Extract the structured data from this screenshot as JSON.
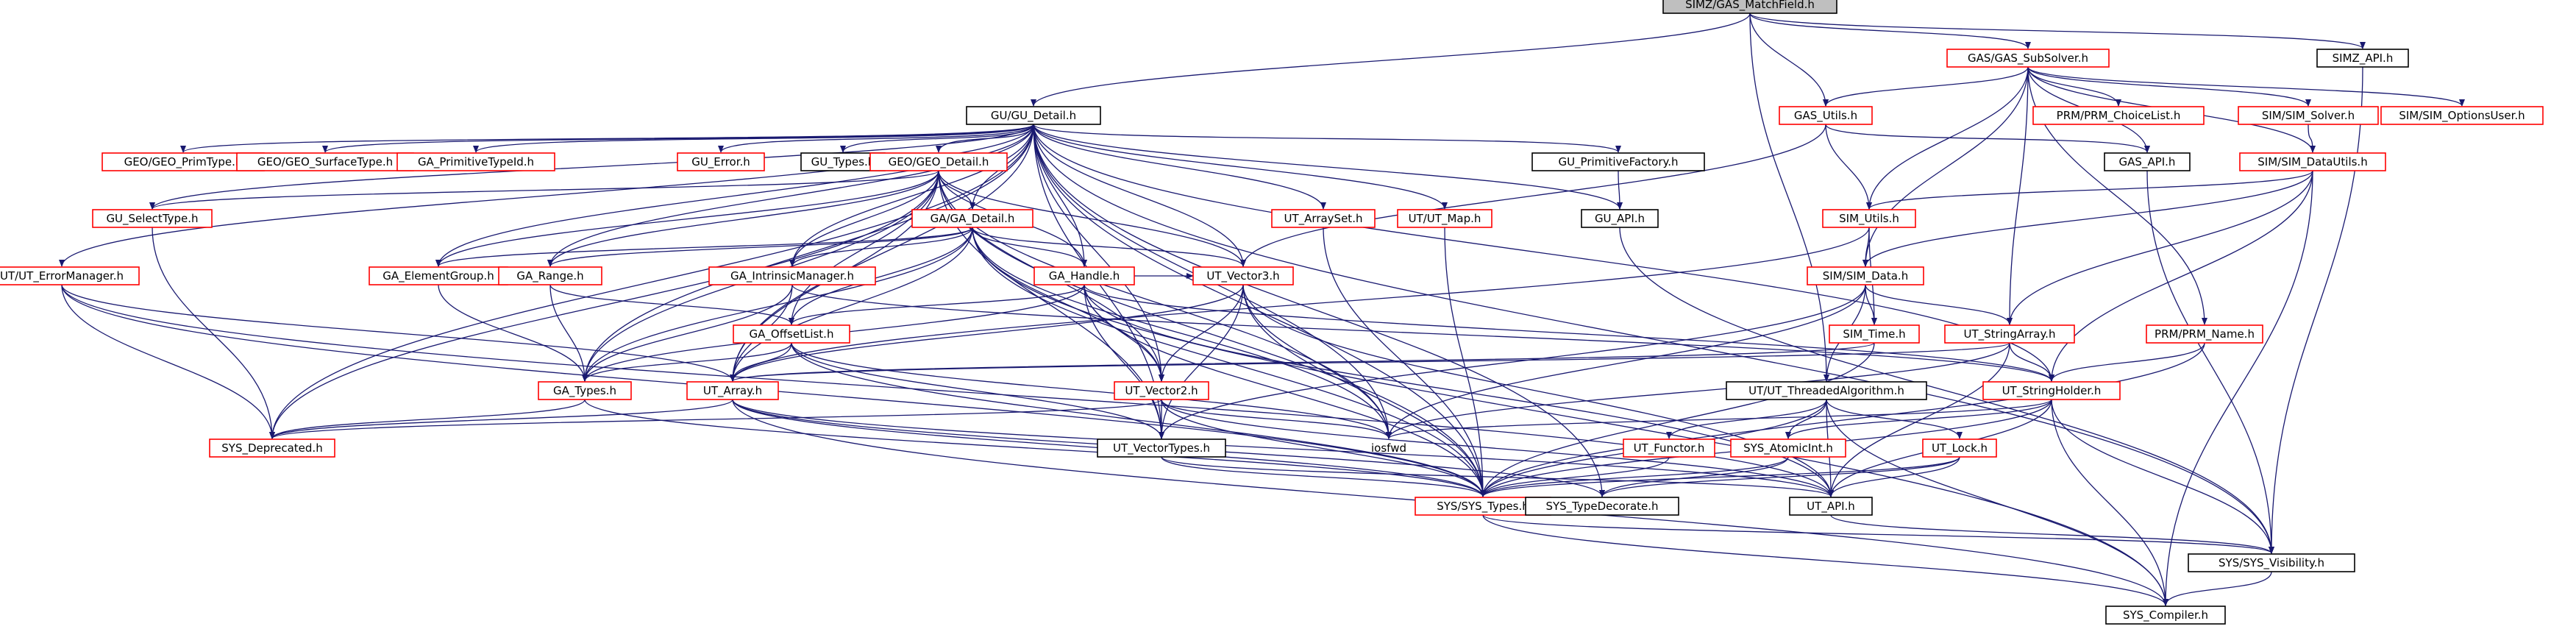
{
  "graph": {
    "colors": {
      "edge": "#191970",
      "root_fill": "#bfbfbf",
      "root_border": "#000000",
      "documented_border": "#000000",
      "undocumented_border": "#ff0000",
      "fill": "#ffffff"
    },
    "nodes": [
      {
        "id": "root",
        "label": "SIMZ/GAS_MatchField.h",
        "kind": "root"
      },
      {
        "id": "gu_detail",
        "label": "GU/GU_Detail.h",
        "kind": "normal"
      },
      {
        "id": "gas_subsolver",
        "label": "GAS/GAS_SubSolver.h",
        "kind": "red"
      },
      {
        "id": "simz_api",
        "label": "SIMZ_API.h",
        "kind": "normal"
      },
      {
        "id": "gas_utils",
        "label": "GAS_Utils.h",
        "kind": "red"
      },
      {
        "id": "prm_choicelist",
        "label": "PRM/PRM_ChoiceList.h",
        "kind": "red"
      },
      {
        "id": "sim_solver",
        "label": "SIM/SIM_Solver.h",
        "kind": "red"
      },
      {
        "id": "sim_optionsuser",
        "label": "SIM/SIM_OptionsUser.h",
        "kind": "red"
      },
      {
        "id": "geo_primtype",
        "label": "GEO/GEO_PrimType.h",
        "kind": "red"
      },
      {
        "id": "geo_surfacetype",
        "label": "GEO/GEO_SurfaceType.h",
        "kind": "red"
      },
      {
        "id": "ga_primtypeid",
        "label": "GA_PrimitiveTypeId.h",
        "kind": "red"
      },
      {
        "id": "gu_error",
        "label": "GU_Error.h",
        "kind": "red"
      },
      {
        "id": "gu_types",
        "label": "GU_Types.h",
        "kind": "normal"
      },
      {
        "id": "geo_detail",
        "label": "GEO/GEO_Detail.h",
        "kind": "red"
      },
      {
        "id": "gu_primfactory",
        "label": "GU_PrimitiveFactory.h",
        "kind": "normal"
      },
      {
        "id": "gas_api",
        "label": "GAS_API.h",
        "kind": "normal"
      },
      {
        "id": "sim_datautils",
        "label": "SIM/SIM_DataUtils.h",
        "kind": "red"
      },
      {
        "id": "gu_selecttype",
        "label": "GU_SelectType.h",
        "kind": "red"
      },
      {
        "id": "ga_detail",
        "label": "GA/GA_Detail.h",
        "kind": "red"
      },
      {
        "id": "ut_arrayset",
        "label": "UT_ArraySet.h",
        "kind": "red"
      },
      {
        "id": "ut_map",
        "label": "UT/UT_Map.h",
        "kind": "red"
      },
      {
        "id": "gu_api",
        "label": "GU_API.h",
        "kind": "normal"
      },
      {
        "id": "sim_utils",
        "label": "SIM_Utils.h",
        "kind": "red"
      },
      {
        "id": "ut_errormanager",
        "label": "UT/UT_ErrorManager.h",
        "kind": "red"
      },
      {
        "id": "ga_elementgroup",
        "label": "GA_ElementGroup.h",
        "kind": "red"
      },
      {
        "id": "ga_range",
        "label": "GA_Range.h",
        "kind": "red"
      },
      {
        "id": "ga_intrinsicmanager",
        "label": "GA_IntrinsicManager.h",
        "kind": "red"
      },
      {
        "id": "ga_handle",
        "label": "GA_Handle.h",
        "kind": "red"
      },
      {
        "id": "ut_vector3",
        "label": "UT_Vector3.h",
        "kind": "red"
      },
      {
        "id": "sim_data",
        "label": "SIM/SIM_Data.h",
        "kind": "red"
      },
      {
        "id": "sim_time",
        "label": "SIM_Time.h",
        "kind": "red"
      },
      {
        "id": "ut_stringarray",
        "label": "UT_StringArray.h",
        "kind": "red"
      },
      {
        "id": "prm_name",
        "label": "PRM/PRM_Name.h",
        "kind": "red"
      },
      {
        "id": "ga_offsetlist",
        "label": "GA_OffsetList.h",
        "kind": "red"
      },
      {
        "id": "ga_types",
        "label": "GA_Types.h",
        "kind": "red"
      },
      {
        "id": "ut_array",
        "label": "UT_Array.h",
        "kind": "red"
      },
      {
        "id": "ut_vector2",
        "label": "UT_Vector2.h",
        "kind": "red"
      },
      {
        "id": "ut_threadedalgorithm",
        "label": "UT/UT_ThreadedAlgorithm.h",
        "kind": "normal"
      },
      {
        "id": "ut_stringholder",
        "label": "UT_StringHolder.h",
        "kind": "red"
      },
      {
        "id": "sys_deprecated",
        "label": "SYS_Deprecated.h",
        "kind": "red"
      },
      {
        "id": "iosfwd",
        "label": "iosfwd",
        "kind": "plain"
      },
      {
        "id": "ut_functor",
        "label": "UT_Functor.h",
        "kind": "red"
      },
      {
        "id": "sys_atomicint",
        "label": "SYS_AtomicInt.h",
        "kind": "red"
      },
      {
        "id": "ut_lock",
        "label": "UT_Lock.h",
        "kind": "red"
      },
      {
        "id": "ut_vectortypes",
        "label": "UT_VectorTypes.h",
        "kind": "normal"
      },
      {
        "id": "sys_types",
        "label": "SYS/SYS_Types.h",
        "kind": "red"
      },
      {
        "id": "sys_typedecorate",
        "label": "SYS_TypeDecorate.h",
        "kind": "normal"
      },
      {
        "id": "ut_api",
        "label": "UT_API.h",
        "kind": "normal"
      },
      {
        "id": "sys_visibility",
        "label": "SYS/SYS_Visibility.h",
        "kind": "normal"
      },
      {
        "id": "sys_compiler",
        "label": "SYS_Compiler.h",
        "kind": "normal"
      }
    ],
    "edges": [
      [
        "root",
        "gu_detail"
      ],
      [
        "root",
        "gas_utils"
      ],
      [
        "root",
        "gas_subsolver"
      ],
      [
        "root",
        "simz_api"
      ],
      [
        "root",
        "ut_threadedalgorithm"
      ],
      [
        "gas_subsolver",
        "gas_utils"
      ],
      [
        "gas_subsolver",
        "prm_choicelist"
      ],
      [
        "gas_subsolver",
        "sim_solver"
      ],
      [
        "gas_subsolver",
        "sim_optionsuser"
      ],
      [
        "gas_subsolver",
        "gas_api"
      ],
      [
        "gas_subsolver",
        "sim_datautils"
      ],
      [
        "gas_subsolver",
        "sim_utils"
      ],
      [
        "gas_subsolver",
        "sim_data"
      ],
      [
        "gas_subsolver",
        "ut_stringarray"
      ],
      [
        "gas_subsolver",
        "prm_name"
      ],
      [
        "simz_api",
        "sys_visibility"
      ],
      [
        "gas_utils",
        "gas_api"
      ],
      [
        "gas_utils",
        "sim_utils"
      ],
      [
        "gas_utils",
        "ut_vector3"
      ],
      [
        "sim_solver",
        "sim_datautils"
      ],
      [
        "gas_api",
        "sys_visibility"
      ],
      [
        "sim_datautils",
        "sim_utils"
      ],
      [
        "sim_datautils",
        "sim_data"
      ],
      [
        "sim_datautils",
        "ut_stringarray"
      ],
      [
        "sim_datautils",
        "ut_stringholder"
      ],
      [
        "sim_datautils",
        "sys_compiler"
      ],
      [
        "sim_utils",
        "sim_data"
      ],
      [
        "sim_utils",
        "sim_time"
      ],
      [
        "sim_utils",
        "ut_array"
      ],
      [
        "sim_data",
        "sim_time"
      ],
      [
        "sim_data",
        "ut_stringarray"
      ],
      [
        "sim_data",
        "ut_vectortypes"
      ],
      [
        "sim_data",
        "iosfwd"
      ],
      [
        "sim_data",
        "ut_threadedalgorithm"
      ],
      [
        "sim_time",
        "ut_array"
      ],
      [
        "sim_time",
        "sys_types"
      ],
      [
        "ut_stringarray",
        "ut_array"
      ],
      [
        "ut_stringarray",
        "ut_stringholder"
      ],
      [
        "ut_stringarray",
        "ut_api"
      ],
      [
        "ut_stringarray",
        "iosfwd"
      ],
      [
        "prm_name",
        "ut_stringholder"
      ],
      [
        "prm_name",
        "sys_types"
      ],
      [
        "gu_detail",
        "geo_primtype"
      ],
      [
        "gu_detail",
        "geo_surfacetype"
      ],
      [
        "gu_detail",
        "ga_primtypeid"
      ],
      [
        "gu_detail",
        "gu_error"
      ],
      [
        "gu_detail",
        "gu_types"
      ],
      [
        "gu_detail",
        "geo_detail"
      ],
      [
        "gu_detail",
        "gu_primfactory"
      ],
      [
        "gu_detail",
        "gu_selecttype"
      ],
      [
        "gu_detail",
        "ga_detail"
      ],
      [
        "gu_detail",
        "ut_arrayset"
      ],
      [
        "gu_detail",
        "ut_map"
      ],
      [
        "gu_detail",
        "ut_errormanager"
      ],
      [
        "gu_detail",
        "ga_elementgroup"
      ],
      [
        "gu_detail",
        "ga_range"
      ],
      [
        "gu_detail",
        "ga_intrinsicmanager"
      ],
      [
        "gu_detail",
        "ga_handle"
      ],
      [
        "gu_detail",
        "ut_vector3"
      ],
      [
        "gu_detail",
        "ga_types"
      ],
      [
        "gu_detail",
        "ut_array"
      ],
      [
        "gu_detail",
        "ut_vector2"
      ],
      [
        "gu_detail",
        "ut_vectortypes"
      ],
      [
        "gu_detail",
        "sys_deprecated"
      ],
      [
        "gu_detail",
        "iosfwd"
      ],
      [
        "gu_detail",
        "sys_types"
      ],
      [
        "gu_detail",
        "sys_typedecorate"
      ],
      [
        "gu_detail",
        "ut_stringholder"
      ],
      [
        "gu_detail",
        "sys_visibility"
      ],
      [
        "gu_detail",
        "gu_api"
      ],
      [
        "gu_primfactory",
        "gu_api"
      ],
      [
        "gu_api",
        "sys_visibility"
      ],
      [
        "geo_detail",
        "ga_detail"
      ],
      [
        "geo_detail",
        "ga_elementgroup"
      ],
      [
        "geo_detail",
        "ga_range"
      ],
      [
        "geo_detail",
        "ga_intrinsicmanager"
      ],
      [
        "geo_detail",
        "ga_handle"
      ],
      [
        "geo_detail",
        "ut_vector3"
      ],
      [
        "geo_detail",
        "ga_types"
      ],
      [
        "geo_detail",
        "ut_array"
      ],
      [
        "geo_detail",
        "ut_vector2"
      ],
      [
        "geo_detail",
        "ut_vectortypes"
      ],
      [
        "geo_detail",
        "sys_deprecated"
      ],
      [
        "geo_detail",
        "iosfwd"
      ],
      [
        "geo_detail",
        "sys_types"
      ],
      [
        "geo_detail",
        "ga_offsetlist"
      ],
      [
        "geo_detail",
        "gu_selecttype"
      ],
      [
        "gu_selecttype",
        "sys_deprecated"
      ],
      [
        "ga_detail",
        "ga_elementgroup"
      ],
      [
        "ga_detail",
        "ga_range"
      ],
      [
        "ga_detail",
        "ga_intrinsicmanager"
      ],
      [
        "ga_detail",
        "ga_handle"
      ],
      [
        "ga_detail",
        "ut_vector3"
      ],
      [
        "ga_detail",
        "ga_offsetlist"
      ],
      [
        "ga_detail",
        "ga_types"
      ],
      [
        "ga_detail",
        "ut_array"
      ],
      [
        "ga_detail",
        "ut_vector2"
      ],
      [
        "ga_detail",
        "sys_types"
      ],
      [
        "ga_detail",
        "iosfwd"
      ],
      [
        "ga_detail",
        "sys_compiler"
      ],
      [
        "ut_arrayset",
        "sys_types"
      ],
      [
        "ut_map",
        "sys_types"
      ],
      [
        "ut_errormanager",
        "ut_array"
      ],
      [
        "ut_errormanager",
        "sys_deprecated"
      ],
      [
        "ut_errormanager",
        "sys_types"
      ],
      [
        "ut_errormanager",
        "ut_api"
      ],
      [
        "ga_elementgroup",
        "ga_types"
      ],
      [
        "ga_range",
        "ga_offsetlist"
      ],
      [
        "ga_range",
        "ga_types"
      ],
      [
        "ga_intrinsicmanager",
        "ga_types"
      ],
      [
        "ga_intrinsicmanager",
        "ut_array"
      ],
      [
        "ga_intrinsicmanager",
        "ut_stringholder"
      ],
      [
        "ga_handle",
        "ut_vector3"
      ],
      [
        "ga_handle",
        "ut_vector2"
      ],
      [
        "ga_handle",
        "ga_offsetlist"
      ],
      [
        "ga_handle",
        "ga_types"
      ],
      [
        "ga_handle",
        "ut_vectortypes"
      ],
      [
        "ga_handle",
        "sys_types"
      ],
      [
        "ga_handle",
        "ut_stringholder"
      ],
      [
        "ga_handle",
        "ut_api"
      ],
      [
        "ut_vector3",
        "ut_vector2"
      ],
      [
        "ut_vector3",
        "ut_vectortypes"
      ],
      [
        "ut_vector3",
        "iosfwd"
      ],
      [
        "ut_vector3",
        "sys_types"
      ],
      [
        "ut_vector3",
        "ut_api"
      ],
      [
        "ut_vector3",
        "ut_array"
      ],
      [
        "ga_offsetlist",
        "ga_types"
      ],
      [
        "ga_offsetlist",
        "ut_array"
      ],
      [
        "ga_offsetlist",
        "ut_vectortypes"
      ],
      [
        "ga_offsetlist",
        "sys_types"
      ],
      [
        "ga_offsetlist",
        "iosfwd"
      ],
      [
        "ga_types",
        "sys_types"
      ],
      [
        "ga_types",
        "sys_deprecated"
      ],
      [
        "ut_array",
        "sys_deprecated"
      ],
      [
        "ut_array",
        "sys_types"
      ],
      [
        "ut_array",
        "ut_api"
      ],
      [
        "ut_array",
        "sys_compiler"
      ],
      [
        "ut_array",
        "sys_typedecorate"
      ],
      [
        "ut_vector2",
        "ut_vectortypes"
      ],
      [
        "ut_vector2",
        "sys_deprecated"
      ],
      [
        "ut_vector2",
        "iosfwd"
      ],
      [
        "ut_vector2",
        "sys_types"
      ],
      [
        "ut_vector2",
        "ut_api"
      ],
      [
        "ut_threadedalgorithm",
        "ut_functor"
      ],
      [
        "ut_threadedalgorithm",
        "sys_atomicint"
      ],
      [
        "ut_threadedalgorithm",
        "ut_lock"
      ],
      [
        "ut_threadedalgorithm",
        "ut_api"
      ],
      [
        "ut_threadedalgorithm",
        "sys_types"
      ],
      [
        "ut_threadedalgorithm",
        "sys_compiler"
      ],
      [
        "ut_stringholder",
        "sys_atomicint"
      ],
      [
        "ut_stringholder",
        "ut_api"
      ],
      [
        "ut_stringholder",
        "sys_types"
      ],
      [
        "ut_stringholder",
        "sys_compiler"
      ],
      [
        "ut_stringholder",
        "sys_visibility"
      ],
      [
        "ut_stringholder",
        "iosfwd"
      ],
      [
        "ut_functor",
        "sys_types"
      ],
      [
        "sys_atomicint",
        "sys_types"
      ],
      [
        "sys_atomicint",
        "sys_typedecorate"
      ],
      [
        "ut_lock",
        "ut_api"
      ],
      [
        "ut_lock",
        "sys_types"
      ],
      [
        "ut_lock",
        "sys_typedecorate"
      ],
      [
        "ut_vectortypes",
        "sys_types"
      ],
      [
        "ut_vectortypes",
        "ut_api"
      ],
      [
        "sys_types",
        "sys_compiler"
      ],
      [
        "sys_types",
        "sys_visibility"
      ],
      [
        "ut_api",
        "sys_visibility"
      ],
      [
        "sys_visibility",
        "sys_compiler"
      ]
    ]
  }
}
